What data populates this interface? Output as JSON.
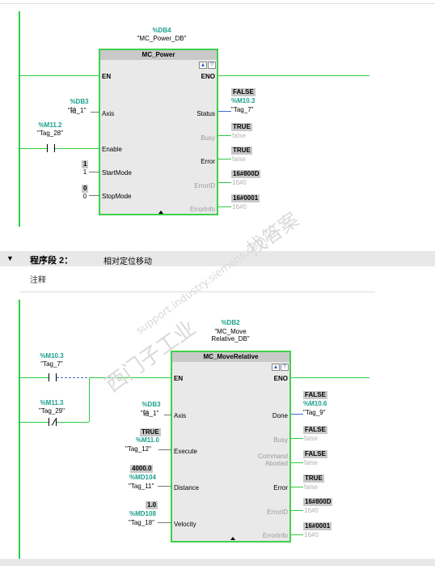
{
  "seg1": {
    "db_name": "%DB4",
    "db_tag": "\"MC_Power_DB\"",
    "block": "MC_Power",
    "pins_left": [
      "EN",
      "Axis",
      "Enable",
      "StartMode",
      "StopMode"
    ],
    "pins_right": [
      "ENO",
      "Status",
      "Busy",
      "Error",
      "ErrorID",
      "ErrorInfo"
    ],
    "axis_addr": "%DB3",
    "axis_tag": "\"轴_1\"",
    "enable_addr": "%M11.2",
    "enable_tag": "\"Tag_28\"",
    "startmode_val": "1",
    "startmode_const": "1",
    "stopmode_val": "0",
    "stopmode_const": "0",
    "status_val": "FALSE",
    "status_addr": "%M10.3",
    "status_tag": "\"Tag_7\"",
    "busy_val": "TRUE",
    "busy_faint": "false",
    "error_val": "TRUE",
    "error_faint": "false",
    "errorid_val": "16#800D",
    "errorid_faint": "16#0",
    "errorinfo_val": "16#0001",
    "errorinfo_faint": "16#0"
  },
  "seg2": {
    "header_label": "程序段 2：",
    "header_title": "相对定位移动",
    "comment": "注释",
    "db_name": "%DB2",
    "db_tag_1": "\"MC_Move",
    "db_tag_2": "Relative_DB\"",
    "block": "MC_MoveRelative",
    "pins_left": [
      "EN",
      "Axis",
      "Execute",
      "Distance",
      "Velocity"
    ],
    "pins_right": [
      "ENO",
      "Done",
      "Busy",
      "Command Aborted",
      "Error",
      "ErrorID",
      "ErrorInfo"
    ],
    "c1_addr": "%M10.3",
    "c1_tag": "\"Tag_7\"",
    "c2_addr": "%M11.3",
    "c2_tag": "\"Tag_29\"",
    "axis_addr": "%DB3",
    "axis_tag": "\"轴_1\"",
    "execute_val": "TRUE",
    "execute_addr": "%M11.0",
    "execute_tag": "\"Tag_12\"",
    "distance_val": "4000.0",
    "distance_addr": "%MD104",
    "distance_tag": "\"Tag_11\"",
    "velocity_val": "1.0",
    "velocity_addr": "%MD108",
    "velocity_tag": "\"Tag_18\"",
    "done_val": "FALSE",
    "done_addr": "%M10.6",
    "done_tag": "\"Tag_9\"",
    "busy_val": "FALSE",
    "busy_faint": "false",
    "aborted_val": "FALSE",
    "aborted_faint": "false",
    "error_val": "TRUE",
    "error_faint": "false",
    "errorid_val": "16#800D",
    "errorid_faint": "16#0",
    "errorinfo_val": "16#0001",
    "errorinfo_faint": "16#0"
  },
  "watermark": [
    "西门子工业",
    "support.industry.siemens.com/cs",
    "找答案"
  ]
}
